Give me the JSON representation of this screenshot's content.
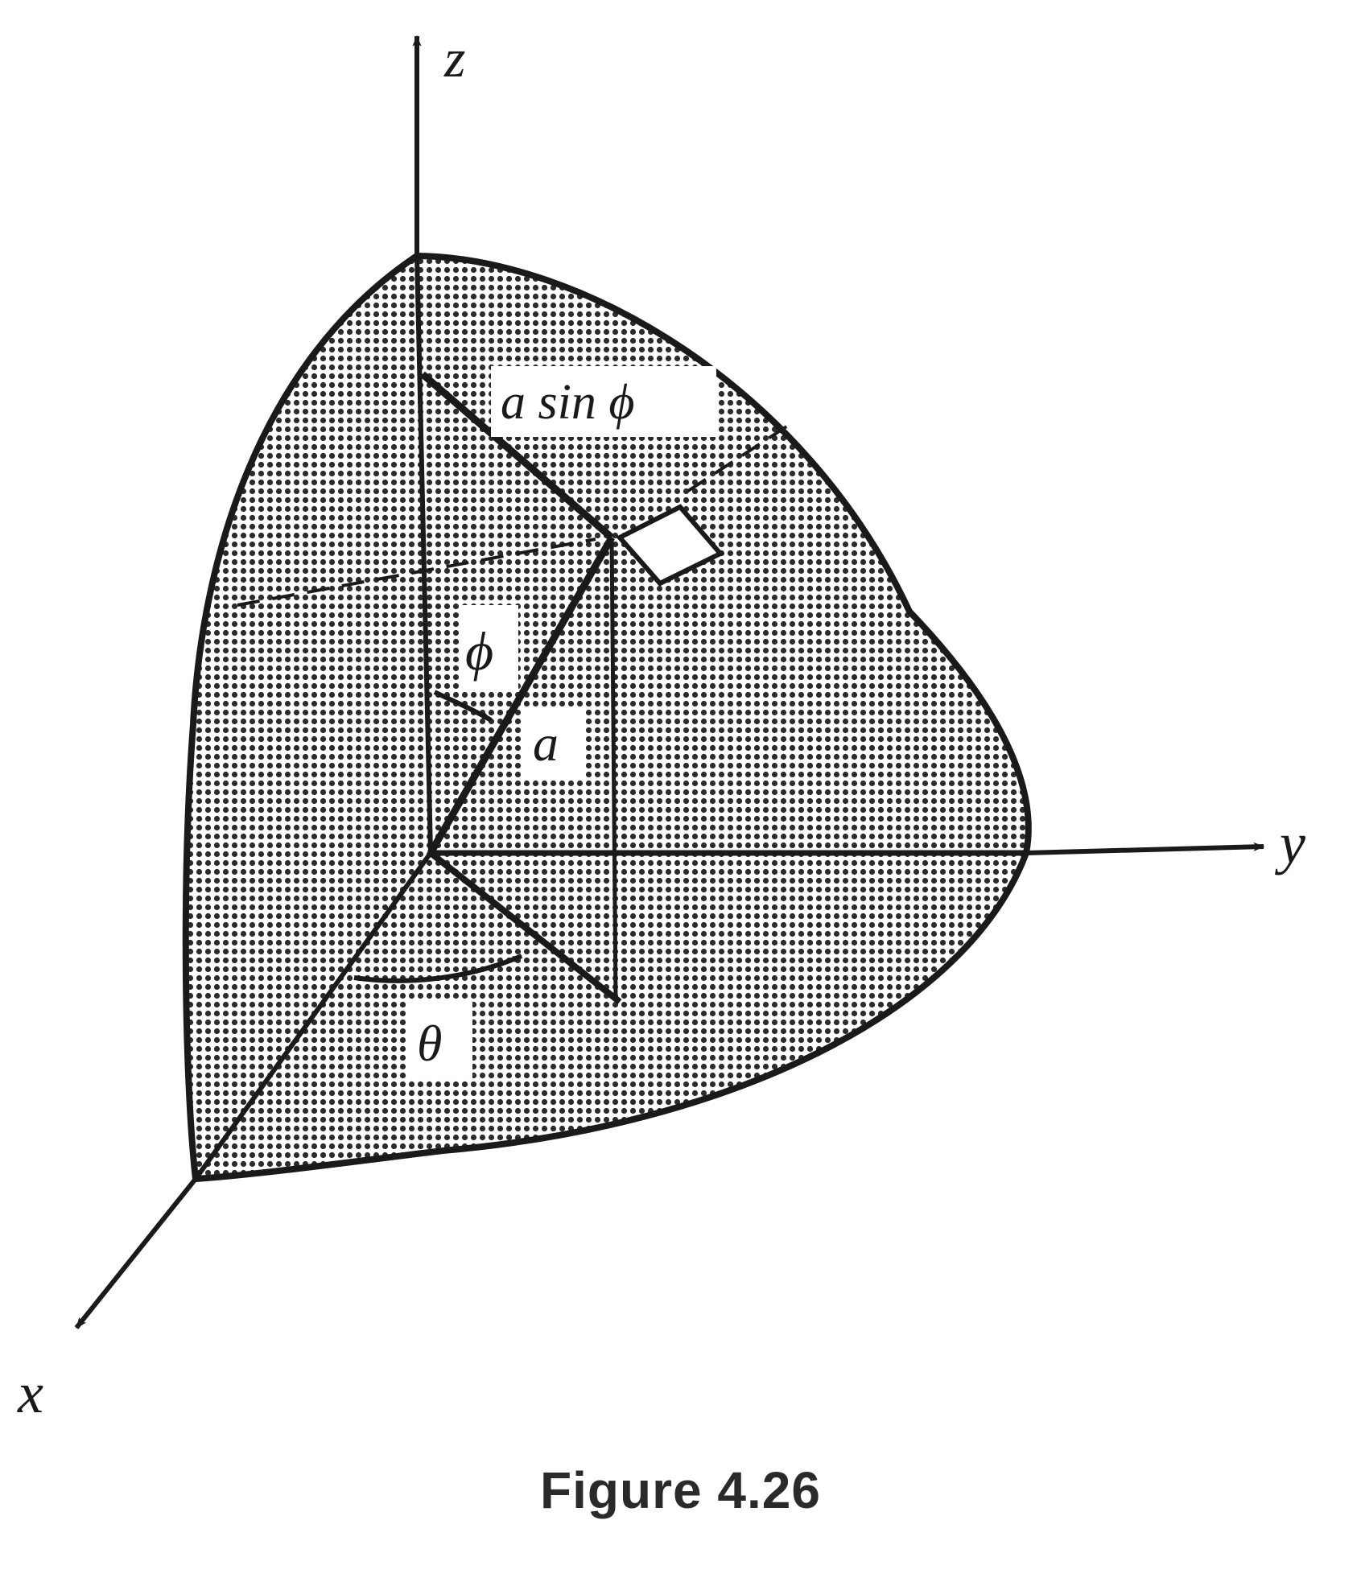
{
  "axes": {
    "x_label": "x",
    "y_label": "y",
    "z_label": "z"
  },
  "labels": {
    "radius_projection": "a sin ϕ",
    "polar_angle": "ϕ",
    "radius": "a",
    "azimuth_angle": "θ"
  },
  "caption": "Figure 4.26",
  "colors": {
    "ink": "#1a1a1a",
    "dot": "#2b2b2b",
    "paper": "#ffffff"
  }
}
